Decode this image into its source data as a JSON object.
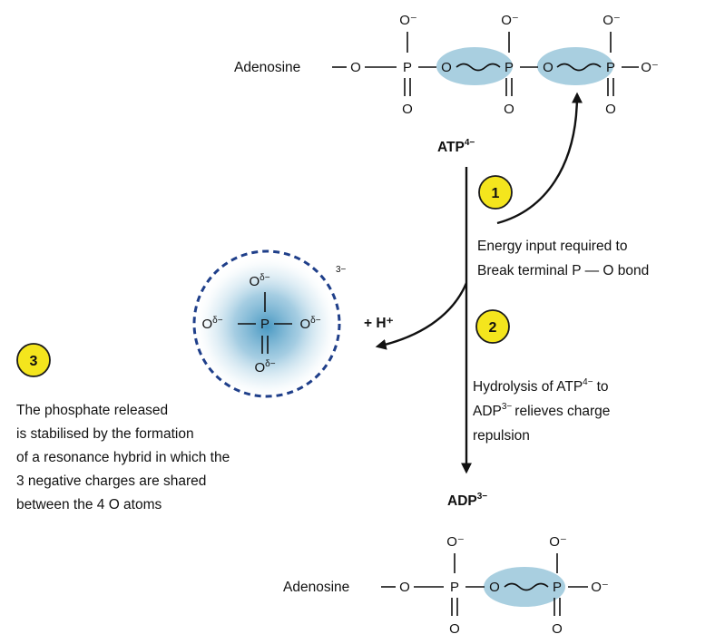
{
  "atp": {
    "adenosine": "Adenosine",
    "oxygen": "O",
    "phosphorus": "P",
    "o_minus": "O⁻",
    "label": "ATP",
    "label_charge": "4−"
  },
  "adp": {
    "adenosine": "Adenosine",
    "oxygen": "O",
    "phosphorus": "P",
    "o_minus": "O⁻",
    "label": "ADP",
    "label_charge": "3−"
  },
  "phosphate": {
    "center": "P",
    "oxygen": "O",
    "delta_charge": "δ−",
    "ion_charge": "3−",
    "proton": "+ H⁺"
  },
  "steps": [
    {
      "number": "1",
      "lines": [
        "Energy input required to",
        "Break terminal P — O bond"
      ]
    },
    {
      "number": "2",
      "lines": [
        "Hydrolysis of  ATP",
        "to",
        "ADP",
        "relieves charge",
        "repulsion"
      ],
      "charges": [
        "4−",
        "3−"
      ]
    },
    {
      "number": "3",
      "lines": [
        "The phosphate released",
        "is stabilised by the formation",
        "of a resonance hybrid in which the",
        "3 negative charges are shared",
        "between the 4 O atoms"
      ]
    }
  ],
  "colors": {
    "highlight": "#a9cfe0",
    "badge_fill": "#f4e51d",
    "badge_stroke": "#1a1a1a",
    "phosphate_ring": "#1f3f8a",
    "phosphate_glow": "#4e9ec4"
  }
}
